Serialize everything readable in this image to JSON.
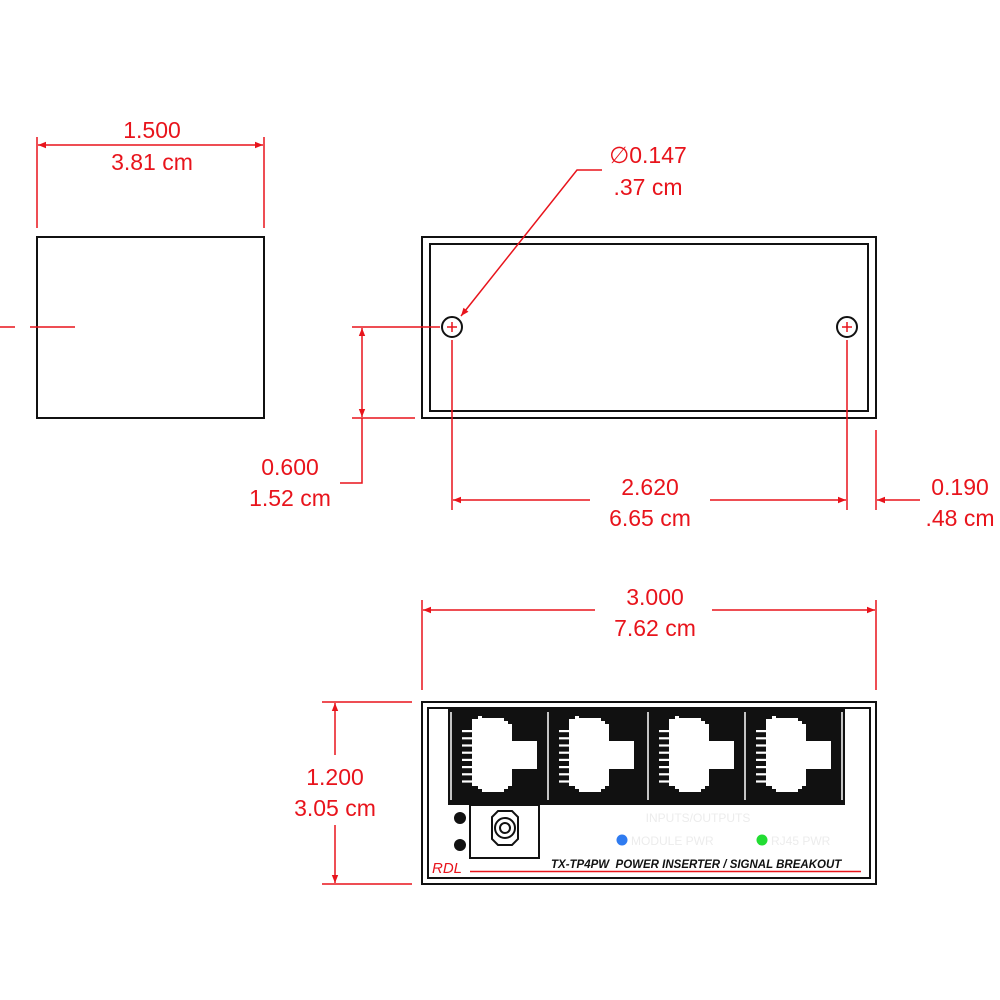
{
  "colors": {
    "dimension": "#e8141c",
    "outline": "#111111",
    "led_module": "#2f7bf0",
    "led_rj45": "#22dd33"
  },
  "dimensions": {
    "side_width": {
      "inch": "1.500",
      "cm": "3.81 cm"
    },
    "hole_diameter": {
      "inch": "∅0.147",
      "cm": ".37 cm"
    },
    "hole_height": {
      "inch": "0.600",
      "cm": "1.52 cm"
    },
    "hole_spacing": {
      "inch": "2.620",
      "cm": "6.65 cm"
    },
    "hole_edge_offset": {
      "inch": "0.190",
      "cm": ".48 cm"
    },
    "front_width": {
      "inch": "3.000",
      "cm": "7.62 cm"
    },
    "front_height": {
      "inch": "1.200",
      "cm": "3.05 cm"
    }
  },
  "front_panel": {
    "brand": "RDL",
    "model_label": "TX-TP4PW  POWER INSERTER / SIGNAL BREAKOUT",
    "ports_label": "INPUTS/OUTPUTS",
    "led_module_label": "MODULE PWR",
    "led_rj45_label": "RJ45 PWR",
    "port_count": 4
  }
}
